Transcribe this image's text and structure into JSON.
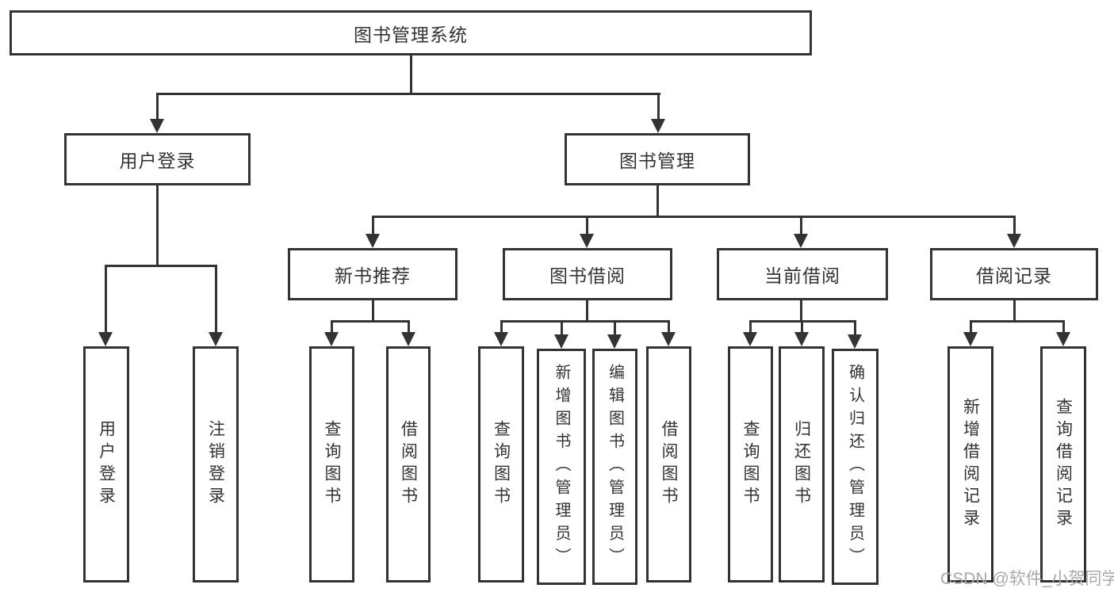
{
  "diagram": {
    "title_node": "图书管理系统",
    "root": {
      "label": "图书管理系统"
    },
    "branches": [
      {
        "label": "用户登录",
        "children": [
          {
            "label": "用户登录"
          },
          {
            "label": "注销登录"
          }
        ]
      },
      {
        "label": "图书管理",
        "children": [
          {
            "label": "新书推荐",
            "children": [
              {
                "label": "查询图书"
              },
              {
                "label": "借阅图书"
              }
            ]
          },
          {
            "label": "图书借阅",
            "children": [
              {
                "label": "查询图书"
              },
              {
                "label": "新增图书（管理员）"
              },
              {
                "label": "编辑图书（管理员）"
              },
              {
                "label": "借阅图书"
              }
            ]
          },
          {
            "label": "当前借阅",
            "children": [
              {
                "label": "查询图书"
              },
              {
                "label": "归还图书"
              },
              {
                "label": "确认归还（管理员）"
              }
            ]
          },
          {
            "label": "借阅记录",
            "children": [
              {
                "label": "新增借阅记录"
              },
              {
                "label": "查询借阅记录"
              }
            ]
          }
        ]
      }
    ]
  },
  "watermark": {
    "text": "CSDN @软件_小贺同学"
  },
  "colors": {
    "line": "#333333",
    "text": "#333333",
    "background": "#ffffff",
    "watermark": "#a8a8a8"
  }
}
